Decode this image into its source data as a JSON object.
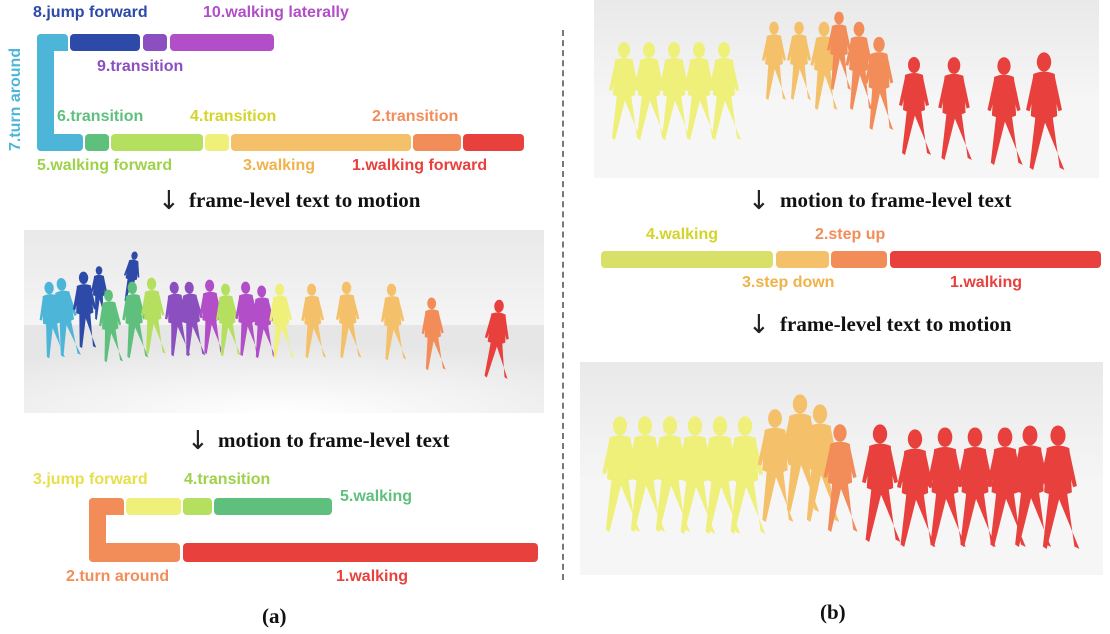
{
  "a_top_labels": {
    "jump_forward": "8.jump forward",
    "walking_laterally": "10.walking laterally",
    "transition9": "9.transition",
    "turn_around": "7.turn around",
    "transition6": "6.transition",
    "transition4": "4.transition",
    "transition2": "2.transition",
    "walking_forward5": "5.walking forward",
    "walking3": "3.walking",
    "walking_forward1": "1.walking forward"
  },
  "a_caption1": "frame-level text to motion",
  "a_caption2": "motion to frame-level text",
  "a_bottom_labels": {
    "jump_forward": "3.jump forward",
    "transition": "4.transition",
    "walking5": "5.walking",
    "turn_around": "2.turn around",
    "walking1": "1.walking"
  },
  "b_caption1": "motion to frame-level text",
  "b_caption2": "frame-level text to motion",
  "b_labels": {
    "walking4": "4.walking",
    "step_up": "2.step up",
    "step_down": "3.step down",
    "walking1": "1.walking"
  },
  "sub_a": "(a)",
  "sub_b": "(b)",
  "arrow_glyph": "↓",
  "colors": {
    "red": "#e8403c",
    "orange": "#f28d5a",
    "light_orange": "#f5c06a",
    "yellow": "#eef07a",
    "lime": "#b5df5e",
    "green": "#5fc07e",
    "cyan": "#4db5d8",
    "navy": "#2e4aa8",
    "purple": "#8b4fc0",
    "magenta": "#b24ec8"
  }
}
